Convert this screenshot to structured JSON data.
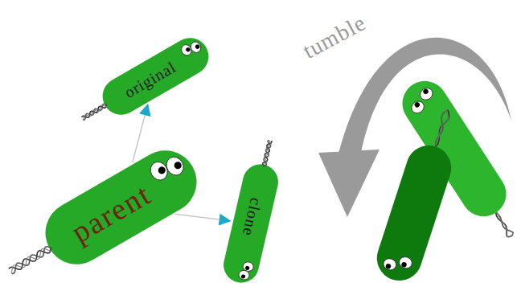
{
  "diagram": {
    "nodes": [
      {
        "text": [
          "original"
        ]
      },
      {
        "text": [
          "parent"
        ]
      },
      {
        "text": [
          "clone"
        ]
      }
    ],
    "edges": [
      {
        "from": 1,
        "to": 0,
        "arrow": "to"
      },
      {
        "from": 1,
        "to": 2,
        "arrow": "to"
      }
    ],
    "labels": [
      "tumble"
    ]
  }
}
